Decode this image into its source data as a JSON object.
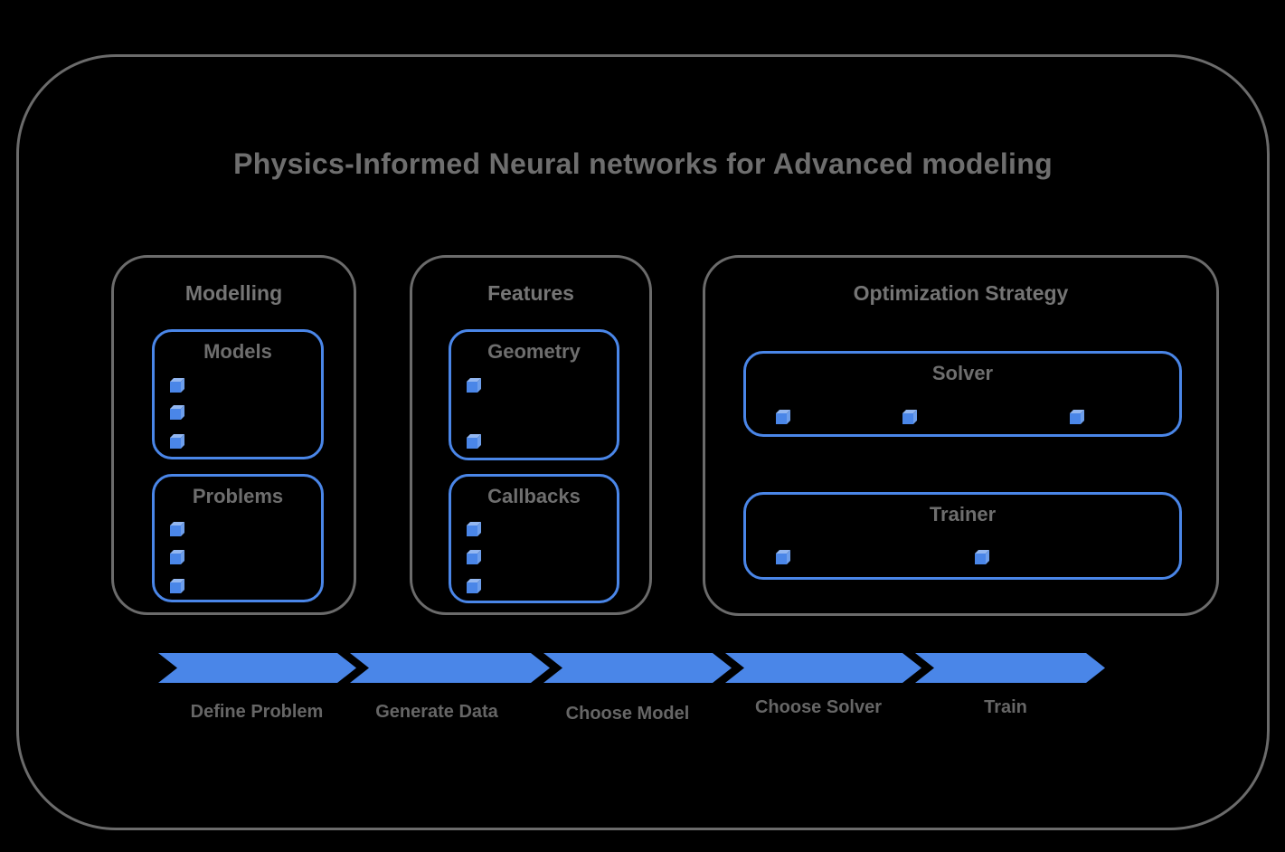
{
  "title": "Physics-Informed Neural networks for Advanced modeling",
  "colors": {
    "accent_blue": "#4a86e8",
    "cube_top_blue": "#93b7f1",
    "cube_side_blue": "#6d9eeb",
    "border_gray": "#6b6b6b",
    "text_gray": "#6e6e6e"
  },
  "groups": [
    {
      "title": "Modelling",
      "boxes": [
        {
          "title": "Models",
          "cube_count": 3
        },
        {
          "title": "Problems",
          "cube_count": 3
        }
      ]
    },
    {
      "title": "Features",
      "boxes": [
        {
          "title": "Geometry",
          "cube_count": 2
        },
        {
          "title": "Callbacks",
          "cube_count": 3
        }
      ]
    },
    {
      "title": "Optimization Strategy",
      "boxes": [
        {
          "title": "Solver",
          "cube_count": 3
        },
        {
          "title": "Trainer",
          "cube_count": 2
        }
      ]
    }
  ],
  "flow": {
    "steps": [
      {
        "label": "Define Problem"
      },
      {
        "label": "Generate Data"
      },
      {
        "label": "Choose Model"
      },
      {
        "label": "Choose Solver"
      },
      {
        "label": "Train"
      }
    ]
  }
}
